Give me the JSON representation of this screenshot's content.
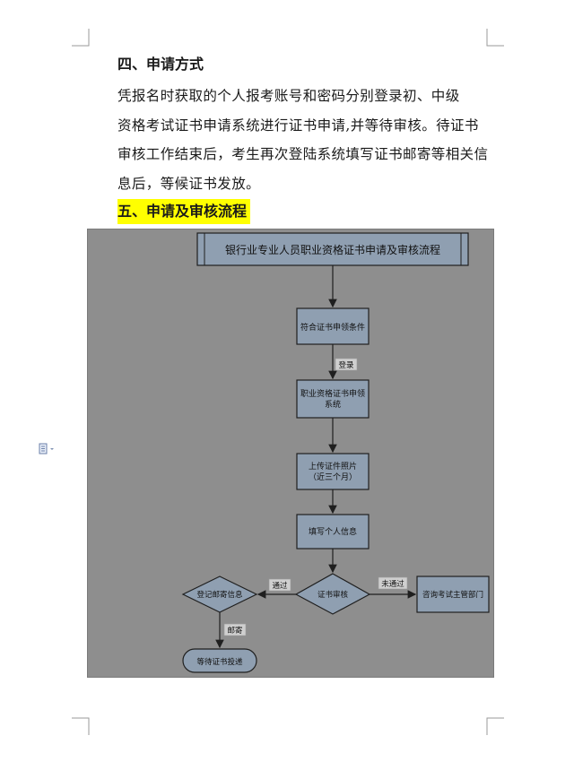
{
  "section4": {
    "title": "四、申请方式"
  },
  "paragraph": {
    "line1": "凭报名时获取的个人报考账号和密码分别登录初、中级",
    "line2": "资格考试证书申请系统进行证书申请,并等待审核。待证书",
    "line3": "审核工作结束后，考生再次登陆系统填写证书邮寄等相关信",
    "line4": "息后，等候证书发放。"
  },
  "section5": {
    "title": "五、申请及审核流程",
    "highlight": "#ffff00"
  },
  "flowchart": {
    "title": "银行业专业人员职业资格证书申请及审核流程",
    "step1": "符合证书申领条件",
    "edge_login": "登录",
    "step2_line1": "职业资格证书申领",
    "step2_line2": "系统",
    "step3_line1": "上传证件照片",
    "step3_line2": "（近三个月）",
    "step4": "填写个人信息",
    "decision": "证书审核",
    "edge_pass": "通过",
    "edge_fail": "未通过",
    "consult": "咨询考试主管部门",
    "mail_info": "登记邮寄信息",
    "edge_mail": "邮寄",
    "end": "等待证书投递",
    "colors": {
      "background": "#8e8e8e",
      "box": "#8f9fb1",
      "line": "#1f1f1f"
    }
  }
}
